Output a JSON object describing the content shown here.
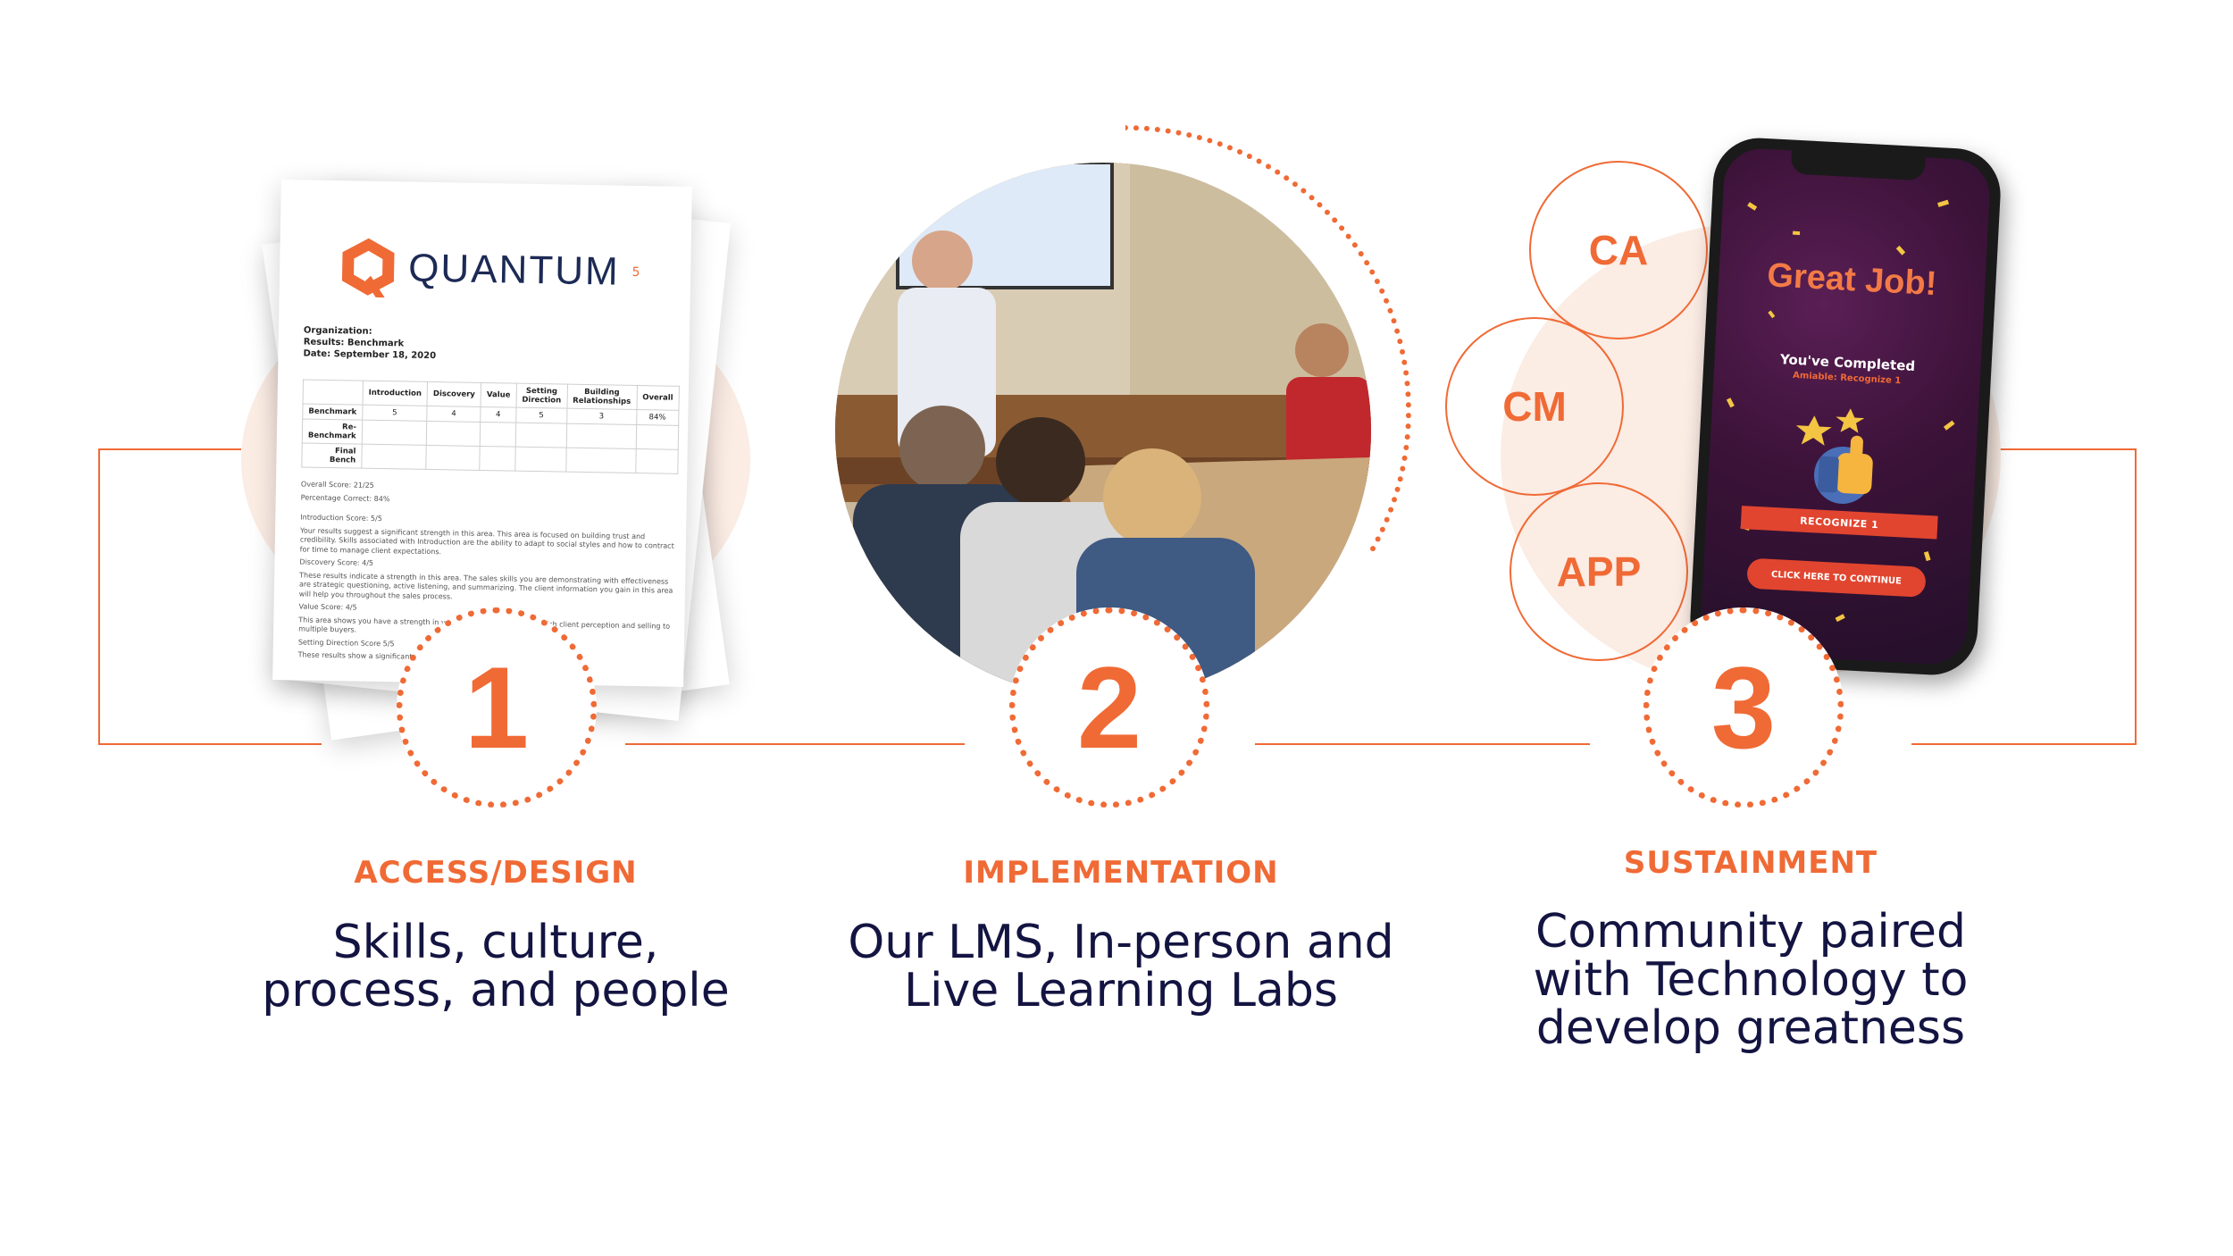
{
  "colors": {
    "accent": "#f06a35",
    "text": "#141442",
    "blob": "#fbece4"
  },
  "document": {
    "logo_text": "QUANTUM",
    "logo_sup": "5",
    "organization": "Organization:",
    "results": "Results: Benchmark",
    "date": "Date: September 18, 2020",
    "table": {
      "headers": [
        "",
        "Introduction",
        "Discovery",
        "Value",
        "Setting Direction",
        "Building Relationships",
        "Overall"
      ],
      "rows": [
        [
          "Benchmark",
          "5",
          "4",
          "4",
          "5",
          "3",
          "84%"
        ],
        [
          "Re-Benchmark",
          "",
          "",
          "",
          "",
          "",
          ""
        ],
        [
          "Final Bench",
          "",
          "",
          "",
          "",
          "",
          ""
        ]
      ]
    },
    "overall_score": "Overall Score: 21/25",
    "percentage": "Percentage Correct: 84%",
    "intro_title": "Introduction Score: 5/5",
    "intro_text": "Your results suggest a significant strength in this area. This area is focused on building trust and credibility. Skills associated with Introduction are the ability to adapt to social styles and how to contract for time to manage client expectations.",
    "discovery_title": "Discovery Score: 4/5",
    "discovery_text": "These results indicate a strength in this area. The sales skills you are demonstrating with effectiveness are strategic questioning, active listening, and summarizing. The client information you gain in this area will help you throughout the sales process.",
    "value_title": "Value Score: 4/5",
    "value_text": "This area shows you have a strength in value. These strengths establish client perception and selling to multiple buyers.",
    "setting_title": "Setting Direction Score 5/5",
    "setting_text": "These results show a significant strength in this area."
  },
  "steps": [
    {
      "number": "1",
      "label": "ACCESS/DESIGN",
      "desc_line1": "Skills, culture,",
      "desc_line2": "process, and people"
    },
    {
      "number": "2",
      "label": "IMPLEMENTATION",
      "desc_line1": "Our LMS, In-person and",
      "desc_line2": "Live Learning Labs"
    },
    {
      "number": "3",
      "label": "SUSTAINMENT",
      "desc_line1": "Community paired",
      "desc_line2": "with Technology to",
      "desc_line3": "develop greatness"
    }
  ],
  "abbreviations": [
    "CA",
    "CM",
    "APP"
  ],
  "phone": {
    "headline": "Great Job!",
    "completed": "You've Completed",
    "subtitle": "Amiable: Recognize 1",
    "ribbon": "RECOGNIZE 1",
    "cta": "CLICK HERE TO CONTINUE"
  }
}
